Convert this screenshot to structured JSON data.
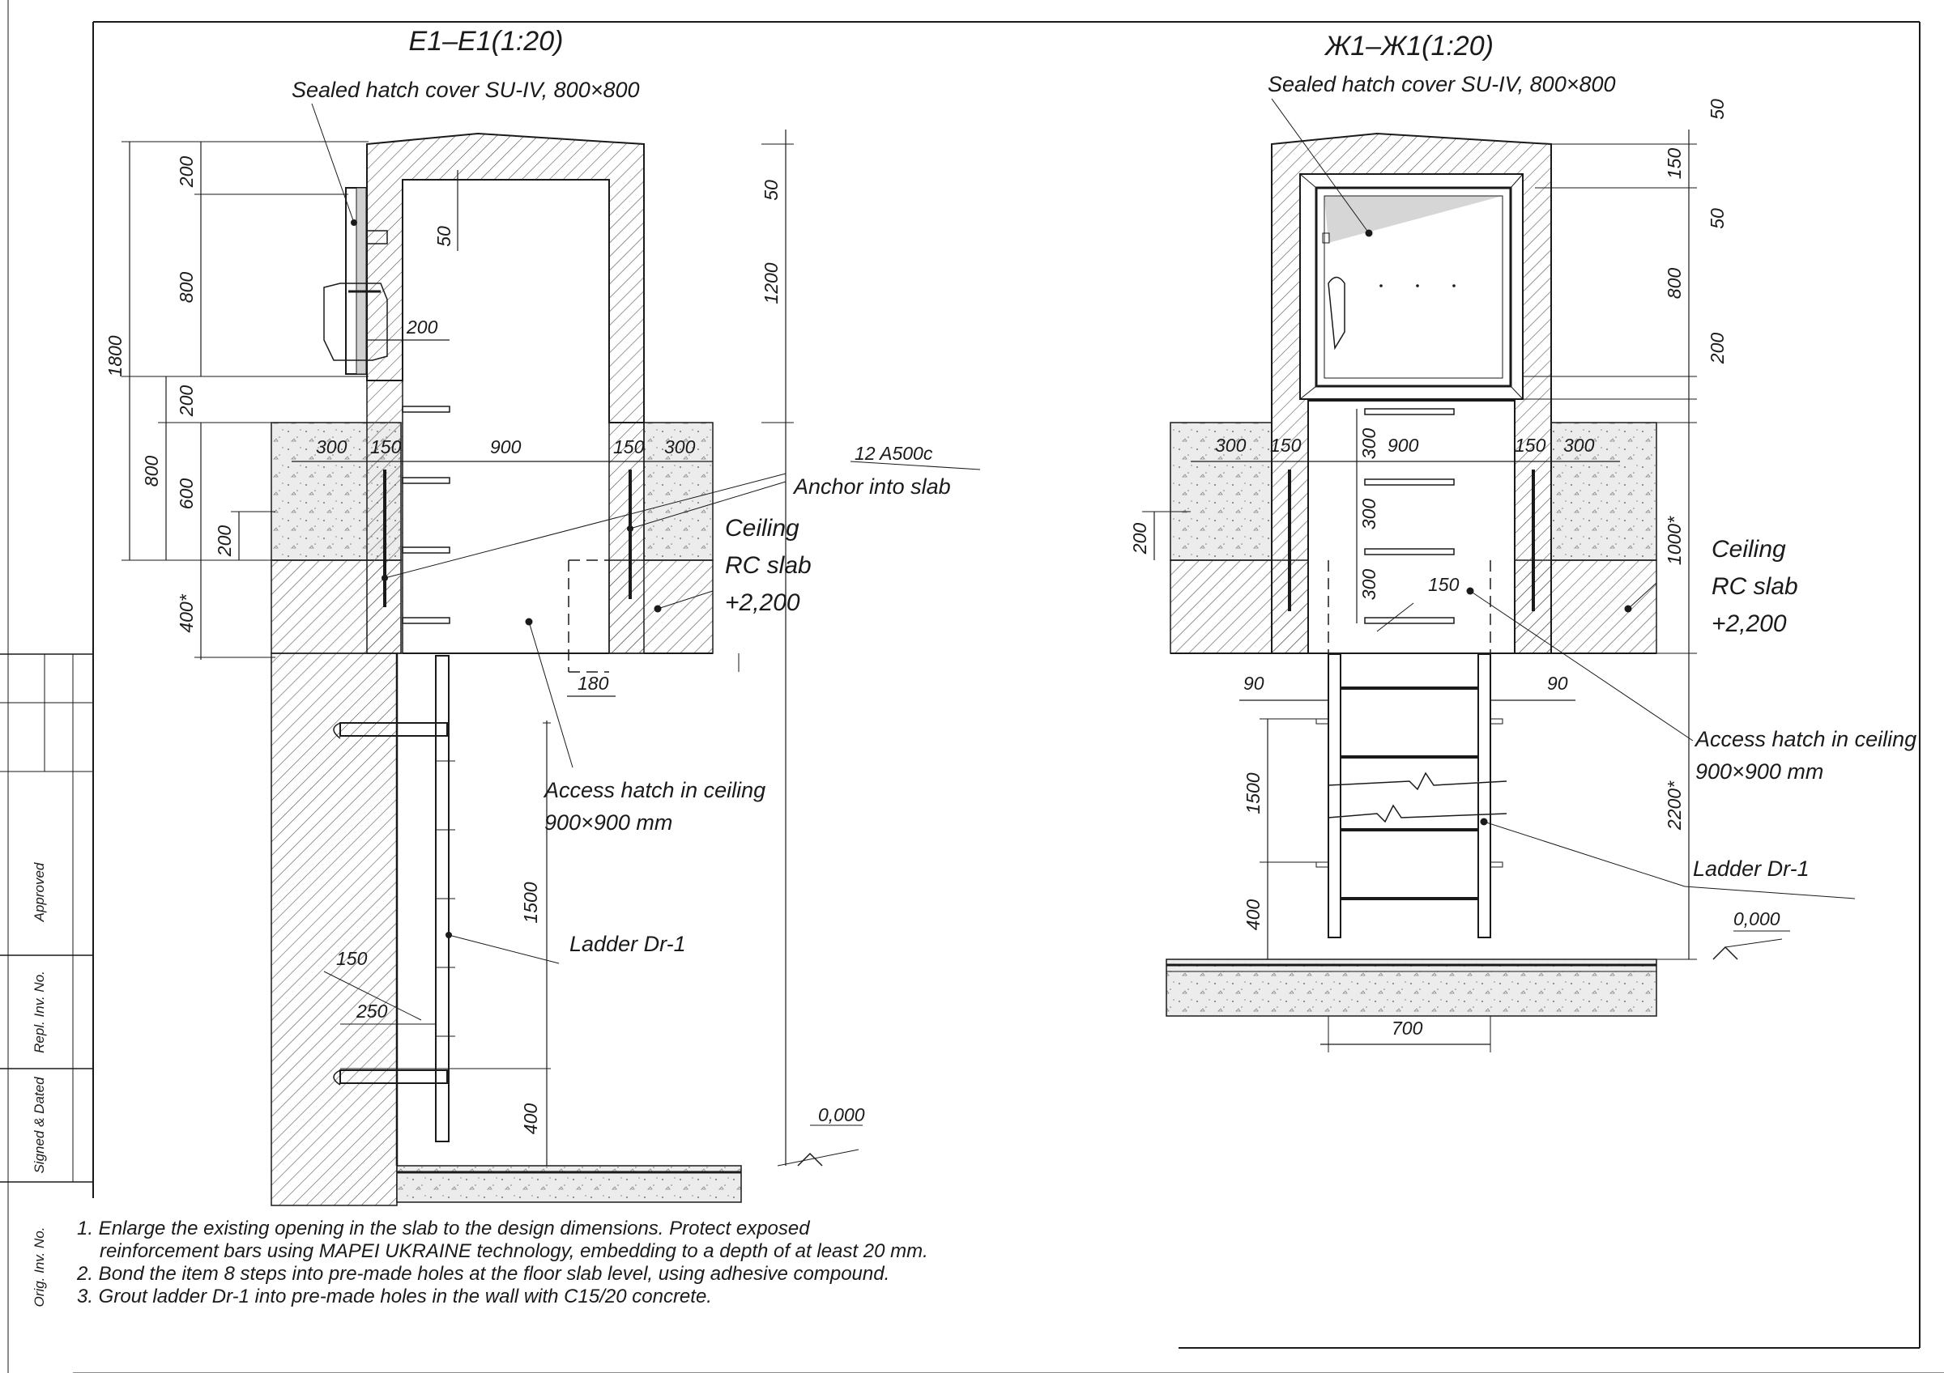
{
  "titles": {
    "section_left": "E1–E1(1:20)",
    "section_right": "Ж1–Ж1(1:20)"
  },
  "labels": {
    "hatch_cover": "Sealed hatch cover SU-IV, 800×800",
    "rebar": "12 A500c",
    "anchor": "Anchor into slab",
    "ceiling_line1": "Ceiling",
    "ceiling_line2": "RC slab",
    "ceiling_level": "+2,200",
    "access_line1": "Access hatch in ceiling",
    "access_line2": "900×900 mm",
    "ladder": "Ladder Dr-1",
    "floor_level": "0,000"
  },
  "dims_left": {
    "d200a": "200",
    "d800a": "800",
    "d1800": "1800",
    "d200b": "200",
    "d800b": "800",
    "d600": "600",
    "d200c": "200",
    "d400s": "400*",
    "d50a": "50",
    "d200w": "200",
    "d50b": "50",
    "d1200": "1200",
    "d300a": "300",
    "d150a": "150",
    "d900": "900",
    "d150b": "150",
    "d300b": "300",
    "d180": "180",
    "d1500": "1500",
    "d150c": "150",
    "d250": "250",
    "d400": "400"
  },
  "dims_right": {
    "d50a": "50",
    "d150": "150",
    "d50b": "50",
    "d800": "800",
    "d200": "200",
    "d1000s": "1000*",
    "d2200s": "2200*",
    "d300a": "300",
    "d150a": "150",
    "d900": "900",
    "d150b": "150",
    "d300b": "300",
    "d300v1": "300",
    "d300v2": "300",
    "d300v3": "300",
    "d200l": "200",
    "d150s": "150",
    "d90a": "90",
    "d90b": "90",
    "d1500": "1500",
    "d400": "400",
    "d700": "700"
  },
  "side_stamp": {
    "approved": "Approved",
    "repl_inv": "Repl. Inv. No.",
    "signed": "Signed & Dated",
    "orig_inv": "Orig. Inv. No."
  },
  "notes": [
    "1. Enlarge the existing opening in the slab to the design dimensions. Protect exposed",
    "reinforcement bars using MAPEI UKRAINE technology, embedding to a depth of at least 20 mm.",
    "2. Bond the item 8 steps into pre-made holes at the floor slab level, using adhesive compound.",
    "3. Grout ladder Dr-1 into pre-made holes in the wall with C15/20 concrete."
  ]
}
